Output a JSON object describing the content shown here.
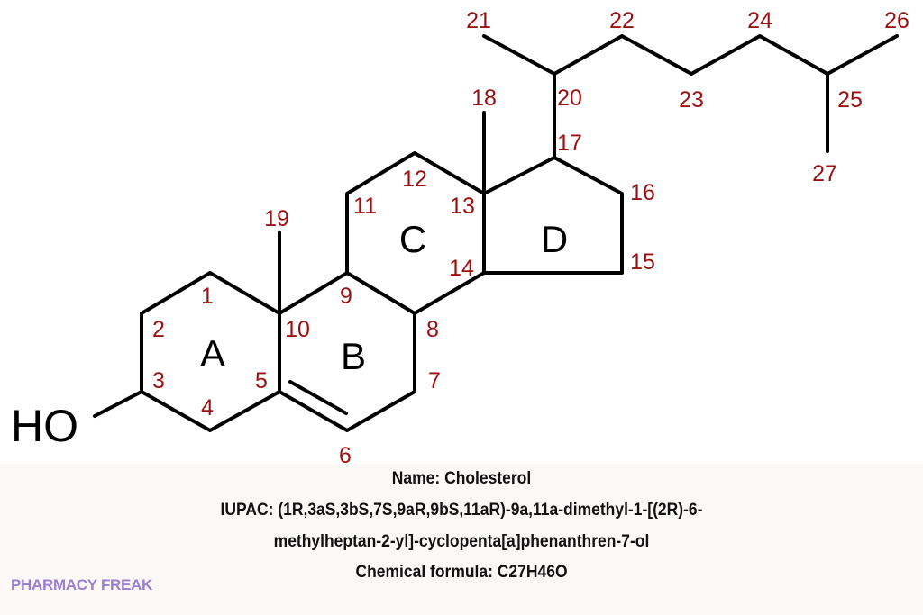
{
  "structure": {
    "hydroxyl_label": "HO",
    "ring_labels": [
      "A",
      "B",
      "C",
      "D"
    ],
    "carbon_numbers": [
      "1",
      "2",
      "3",
      "4",
      "5",
      "6",
      "7",
      "8",
      "9",
      "10",
      "11",
      "12",
      "13",
      "14",
      "15",
      "16",
      "17",
      "18",
      "19",
      "20",
      "21",
      "22",
      "23",
      "24",
      "25",
      "26",
      "27"
    ]
  },
  "info": {
    "name": "Name: Cholesterol",
    "iupac_line1": "IUPAC: (1R,3aS,3bS,7S,9aR,9bS,11aR)-9a,11a-dimethyl-1-[(2R)-6-",
    "iupac_line2": "methylheptan-2-yl]-cyclopenta[a]phenanthren-7-ol",
    "formula": "Chemical formula: C27H46O"
  },
  "brand": "PHARMACY FREAK",
  "colors": {
    "label": "#9b1111",
    "brand": "#9b7fce",
    "bond": "#000000"
  }
}
